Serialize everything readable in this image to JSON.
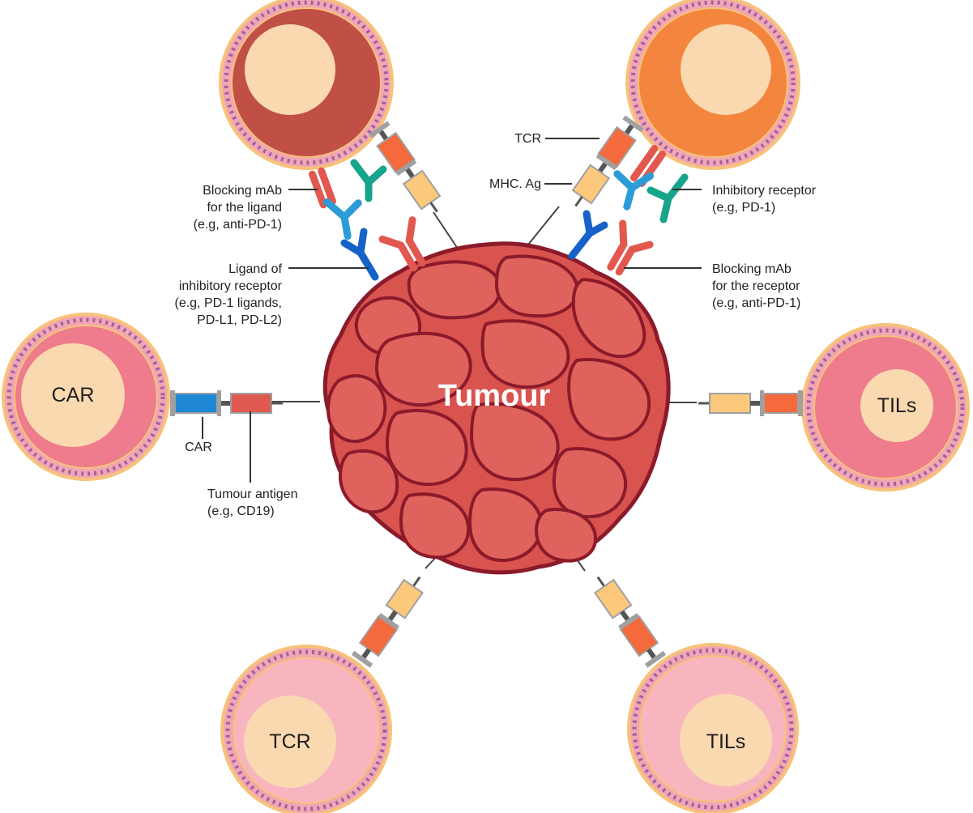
{
  "tumour": {
    "label": "Tumour"
  },
  "cells": {
    "car": "CAR",
    "tils_right": "TILs",
    "tcr_bottom": "TCR",
    "tils_bottom": "TILs"
  },
  "labels": {
    "blocking_ligand": "Blocking mAb\nfor the ligand\n(e.g, anti-PD-1)",
    "ligand_inhibitory": "Ligand of\ninhibitory receptor\n(e.g, PD-1 ligands,\nPD-L1, PD-L2)",
    "car_receptor": "CAR",
    "tumour_antigen": "Tumour antigen\n(e.g, CD19)",
    "tcr": "TCR",
    "mhc_ag": "MHC. Ag",
    "inhibitory_receptor": "Inhibitory receptor\n(e.g, PD-1)",
    "blocking_receptor": "Blocking mAb\nfor the receptor\n(e.g, anti-PD-1)"
  },
  "colors": {
    "tumour_fill": "#d9534f",
    "tumour_outline": "#8b1a2b",
    "membrane_outer": "#f7c27a",
    "membrane_pink": "#f0a6b3",
    "cytoplasm_dark_red": "#c05046",
    "cytoplasm_orange": "#f4853e",
    "cytoplasm_pink": "#ee7c8c",
    "cytoplasm_light_pink": "#f7b6bf",
    "nucleus": "#fad9b0",
    "tcr_orange": "#f46a3c",
    "car_blue": "#1e88d4",
    "antigen_red": "#e05a52",
    "mhc_peach": "#fbc87c",
    "antibody_red": "#e2584f",
    "antibody_blue": "#2b9cd8",
    "antibody_darkblue": "#1662c9",
    "antibody_teal": "#16a48a"
  }
}
